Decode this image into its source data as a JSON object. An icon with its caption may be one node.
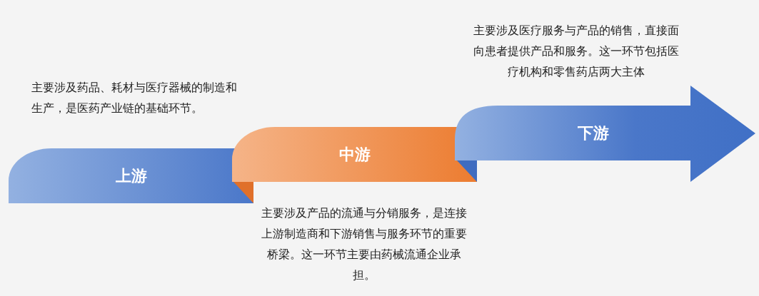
{
  "diagram": {
    "nodes": [
      {
        "text": [
          "上游"
        ]
      },
      {
        "text": [
          "中游"
        ]
      },
      {
        "text": [
          "下游"
        ]
      }
    ],
    "edges": [],
    "labels": [
      "主要涉及医疗服务与产品的销售，直接面向患者提供产品和服务。这一环节包括医疗机构和零售药店两大主体",
      "主要涉及药品、耗材与医疗器械的制造和生产，是医药产业链的基础环节。",
      "主要涉及产品的流通与分销服务，是连接上游制造商和下游销售与服务环节的重要桥梁。这一环节主要由药械流通企业承担。"
    ]
  }
}
